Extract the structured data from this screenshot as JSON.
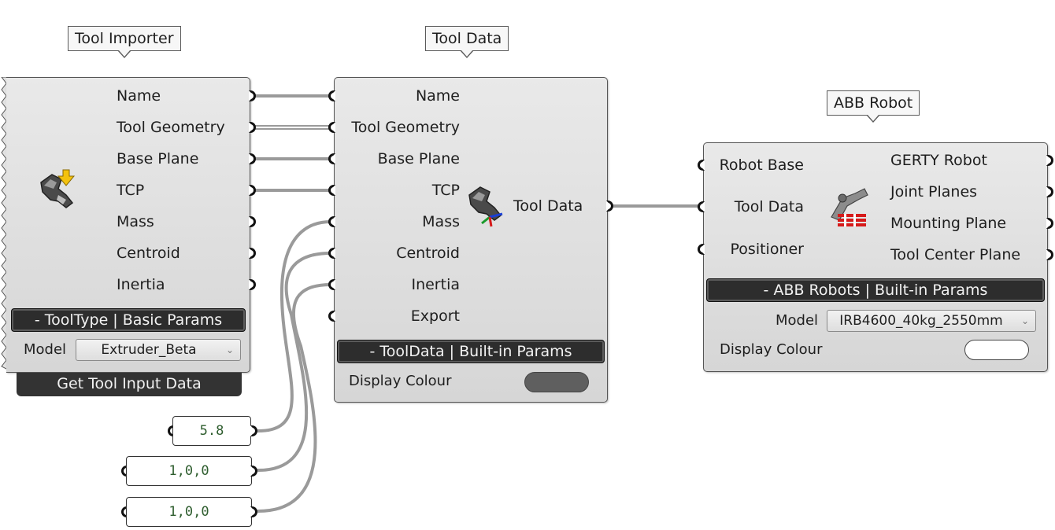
{
  "bubbles": {
    "tool_importer": "Tool Importer",
    "tool_data": "Tool Data",
    "abb_robot": "ABB Robot"
  },
  "tool_importer": {
    "outputs": [
      "Name",
      "Tool Geometry",
      "Base Plane",
      "TCP",
      "Mass",
      "Centroid",
      "Inertia"
    ],
    "params_bar": "- ToolType | Basic Params",
    "model_label": "Model",
    "model_value": "Extruder_Beta",
    "footer": "Get Tool Input Data"
  },
  "tool_data": {
    "inputs": [
      "Name",
      "Tool Geometry",
      "Base Plane",
      "TCP",
      "Mass",
      "Centroid",
      "Inertia",
      "Export"
    ],
    "output": "Tool Data",
    "params_bar": "- ToolData | Built-in Params",
    "display_colour_label": "Display Colour",
    "display_colour": "#5a5a5a"
  },
  "abb_robot": {
    "inputs": [
      "Robot Base",
      "Tool Data",
      "Positioner"
    ],
    "outputs": [
      "GERTY Robot",
      "Joint Planes",
      "Mounting Plane",
      "Tool Center Plane"
    ],
    "params_bar": "- ABB Robots | Built-in Params",
    "model_label": "Model",
    "model_value": "IRB4600_40kg_2550mm",
    "display_colour_label": "Display Colour",
    "display_colour": "#ffffff"
  },
  "panels": [
    "5.8",
    "1,0,0",
    "1,0,0"
  ],
  "icons": {
    "tool_importer": "tool-import-icon",
    "tool_data": "tool-data-icon",
    "abb_robot": "abb-robot-icon"
  }
}
